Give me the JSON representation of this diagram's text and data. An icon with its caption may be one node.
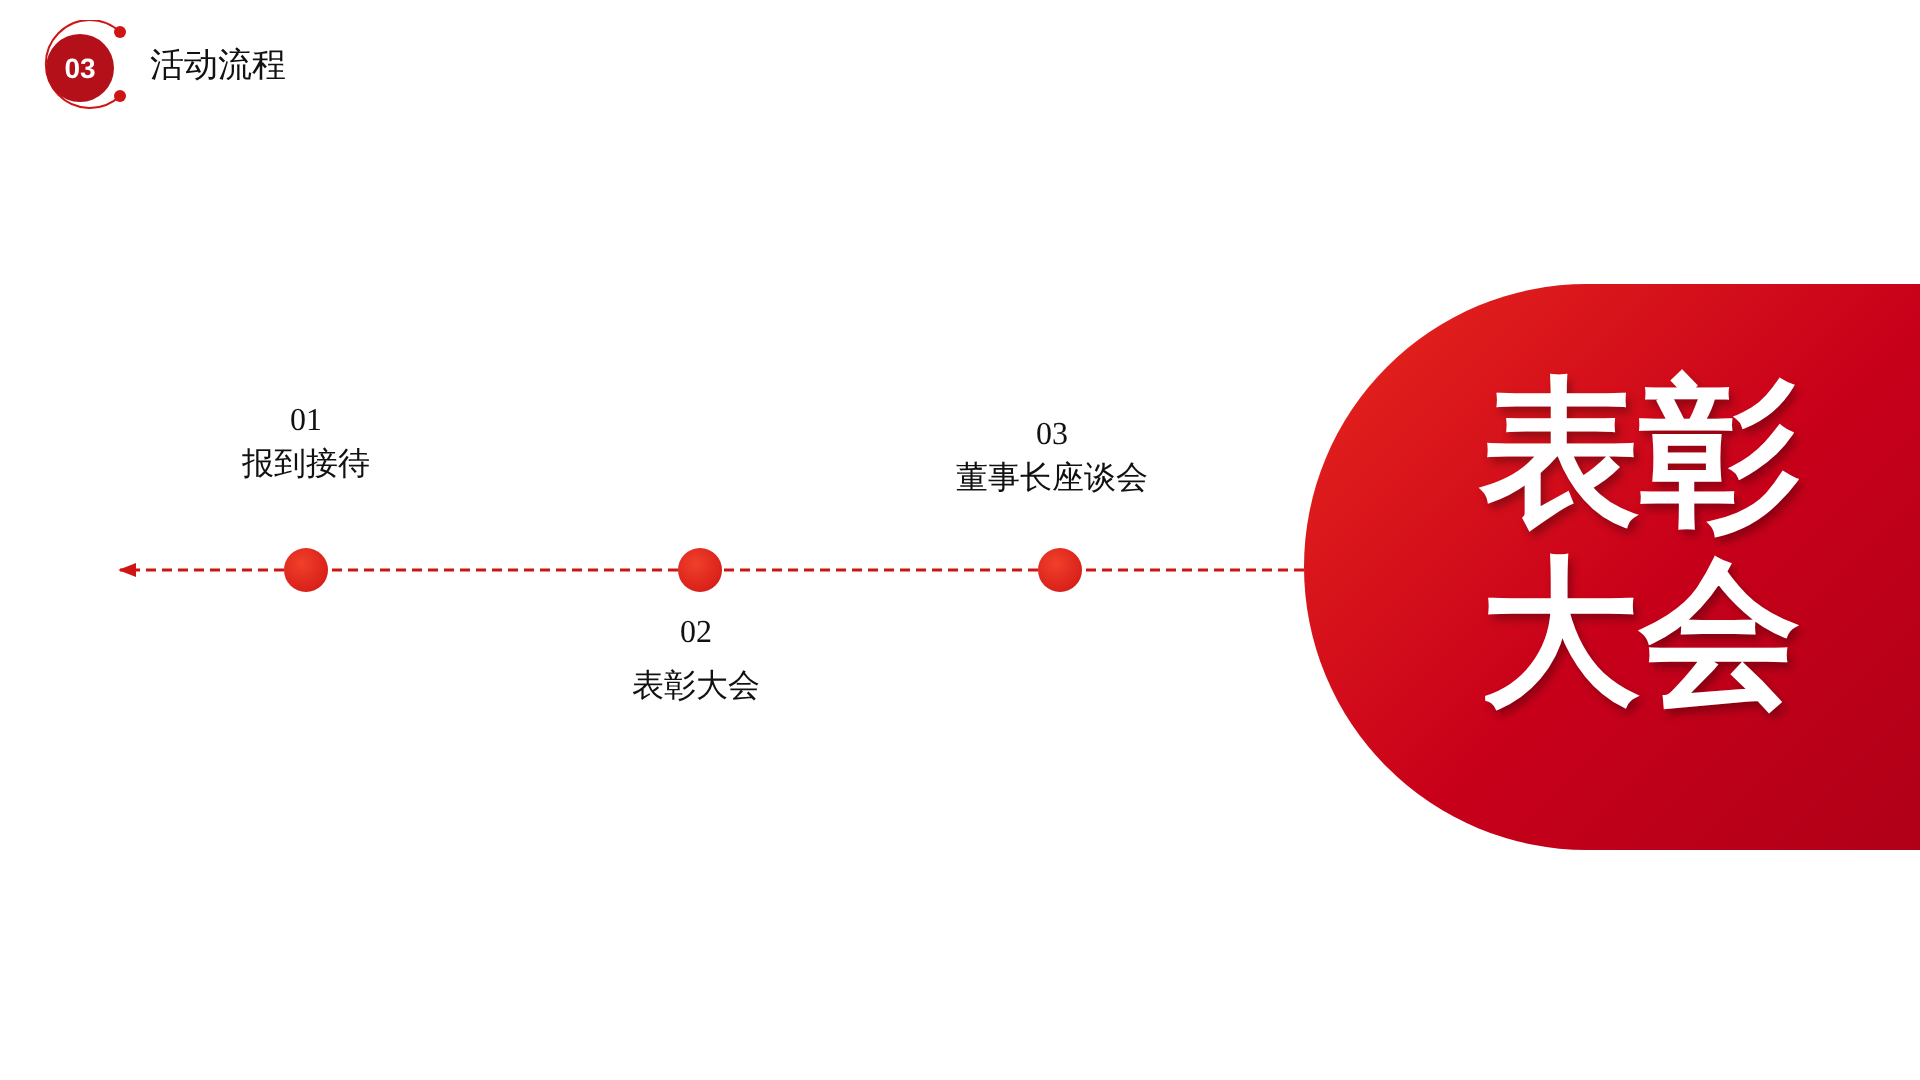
{
  "diagram": {
    "title": "活动流程",
    "nodes": [
      {
        "text": [],
        "shape": "circle",
        "beside": [
          "01",
          "报到接待"
        ]
      },
      {
        "text": [],
        "shape": "circle",
        "beside": [
          "02",
          "表彰大会"
        ]
      },
      {
        "text": [],
        "shape": "circle",
        "beside": [
          "03",
          "董事长座谈会"
        ]
      },
      {
        "text": [
          "表彰大会"
        ]
      }
    ],
    "edges": [
      {
        "from": 3,
        "to": 2,
        "arrow": "none",
        "style": "dashed"
      },
      {
        "from": 2,
        "to": 1,
        "arrow": "none",
        "style": "dashed"
      },
      {
        "from": 1,
        "to": 0,
        "arrow": "none",
        "style": "dashed"
      },
      {
        "from": 0,
        "to": null,
        "arrow": "to",
        "style": "dashed"
      }
    ],
    "labels": [
      "03"
    ]
  }
}
